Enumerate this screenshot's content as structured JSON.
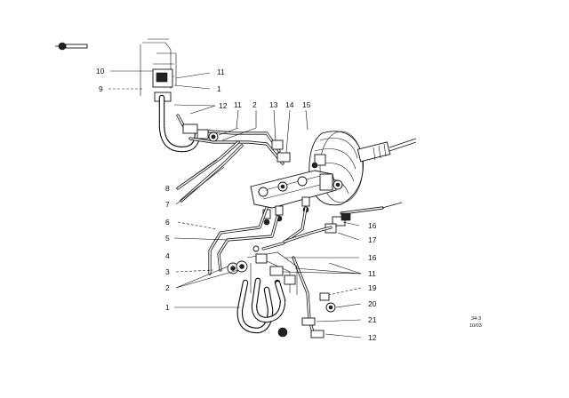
{
  "diagram": {
    "labels": {
      "l10": "10",
      "l9": "9",
      "l11_top": "11",
      "l1_top": "1",
      "l12_top": "12",
      "l11_mid": "11",
      "l2_mid": "2",
      "l13": "13",
      "l14": "14",
      "l15": "15",
      "l8": "8",
      "l7": "7",
      "l6": "6",
      "l5": "5",
      "l4": "4",
      "l3": "3",
      "l2_low": "2",
      "l1_low": "1",
      "l16_a": "16",
      "l17": "17",
      "l16_b": "16",
      "l11_low": "11",
      "l19": "19",
      "l20": "20",
      "l21": "21",
      "l12_low": "12"
    },
    "code_line1": "34-3",
    "code_line2": "10/03"
  },
  "colors": {
    "ink": "#111111",
    "background": "#ffffff"
  }
}
